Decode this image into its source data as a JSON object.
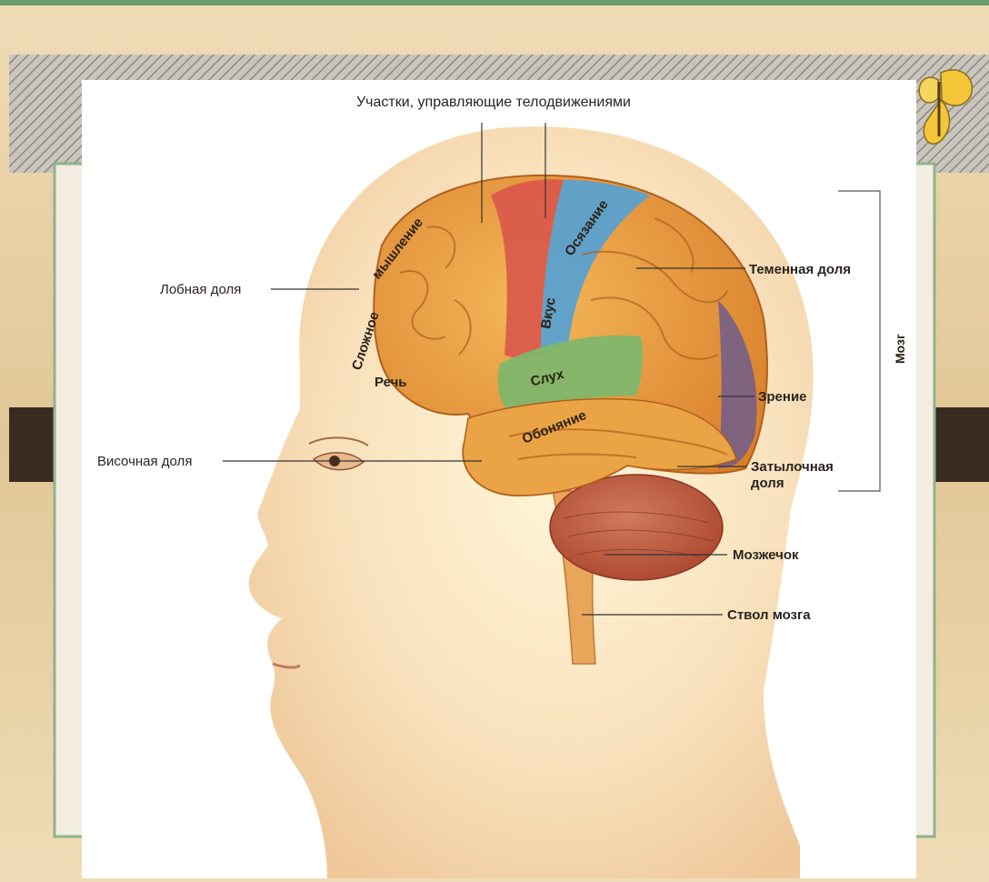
{
  "diagram": {
    "title": "Участки, управляющие телодвижениями",
    "bracket_label": "Мозг",
    "labels": {
      "frontal_lobe": "Лобная доля",
      "parietal_lobe": "Теменная доля",
      "vision": "Зрение",
      "occipital_lobe": "Затылочная доля",
      "temporal_lobe": "Височная доля",
      "cerebellum": "Мозжечок",
      "brain_stem": "Ствол мозга"
    },
    "region_labels": {
      "complex_thinking_1": "Сложное",
      "complex_thinking_2": "мышление",
      "touch": "Осязание",
      "taste": "Вкус",
      "speech": "Речь",
      "hearing": "Слух",
      "smell": "Обоняние"
    }
  },
  "colors": {
    "wood_background": "#e8d2a8",
    "frame_green": "#6a9d6a",
    "brain_orange": "#e89a3a",
    "motor_red": "#d9574a",
    "touch_blue": "#5aa0cf",
    "hearing_green": "#7fb66a",
    "vision_purple": "#6f5d8c",
    "cerebellum_red": "#b8543c",
    "skin": "#f6d9b3"
  }
}
